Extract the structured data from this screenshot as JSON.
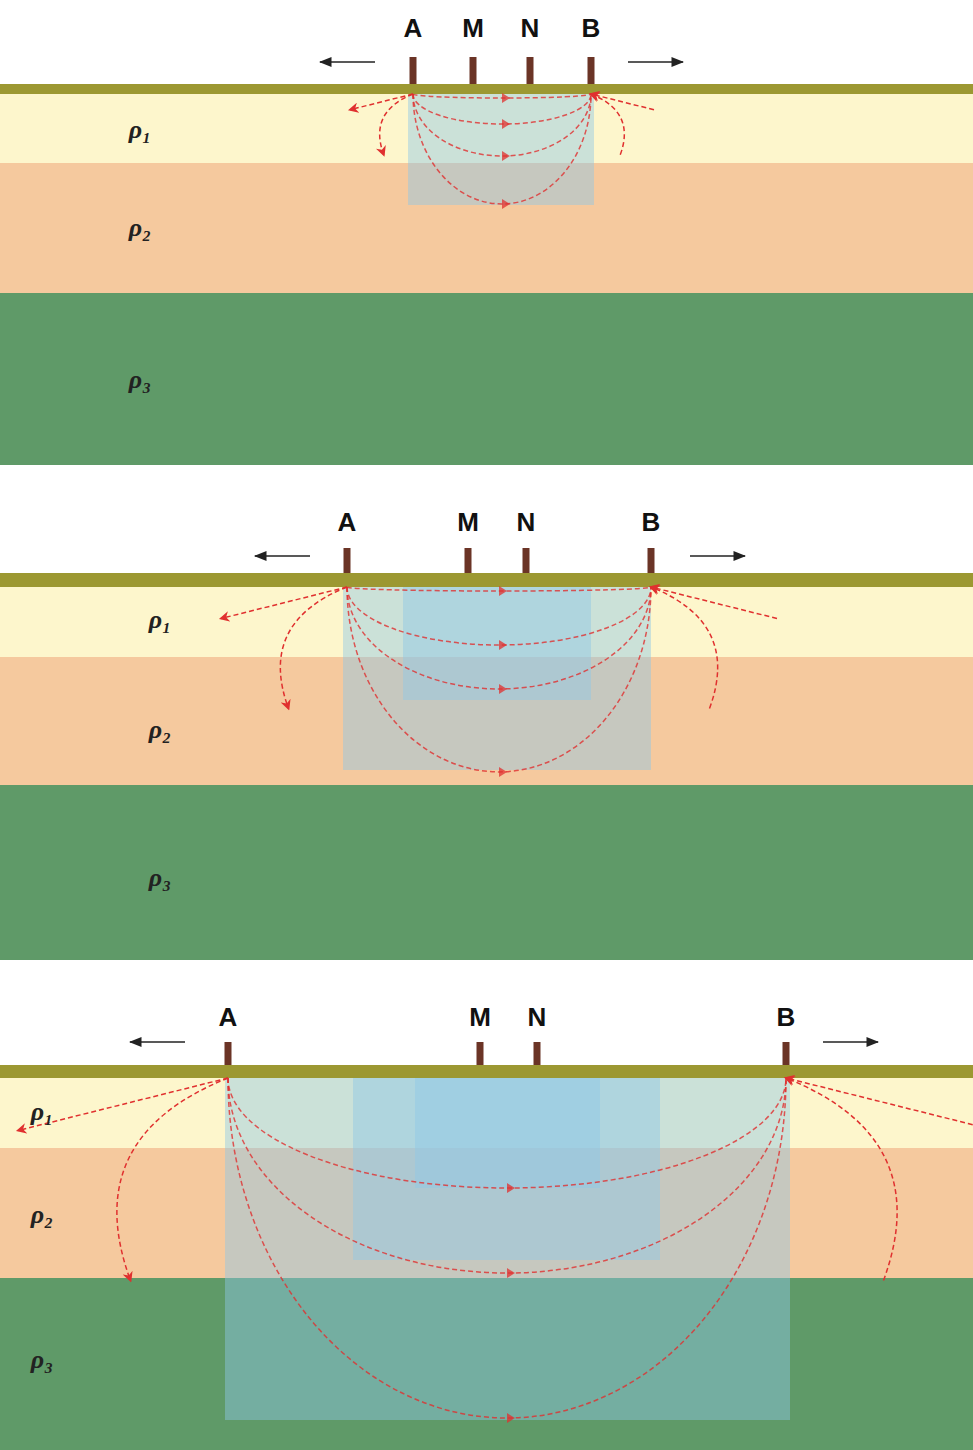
{
  "diagram": {
    "labels": [
      "A",
      "M",
      "N",
      "B",
      "ρ₁",
      "ρ₂",
      "ρ₃",
      "A",
      "M",
      "N",
      "B",
      "ρ₁",
      "ρ₂",
      "ρ₃",
      "A",
      "M",
      "N",
      "B",
      "ρ₁",
      "ρ₂",
      "ρ₃"
    ]
  }
}
